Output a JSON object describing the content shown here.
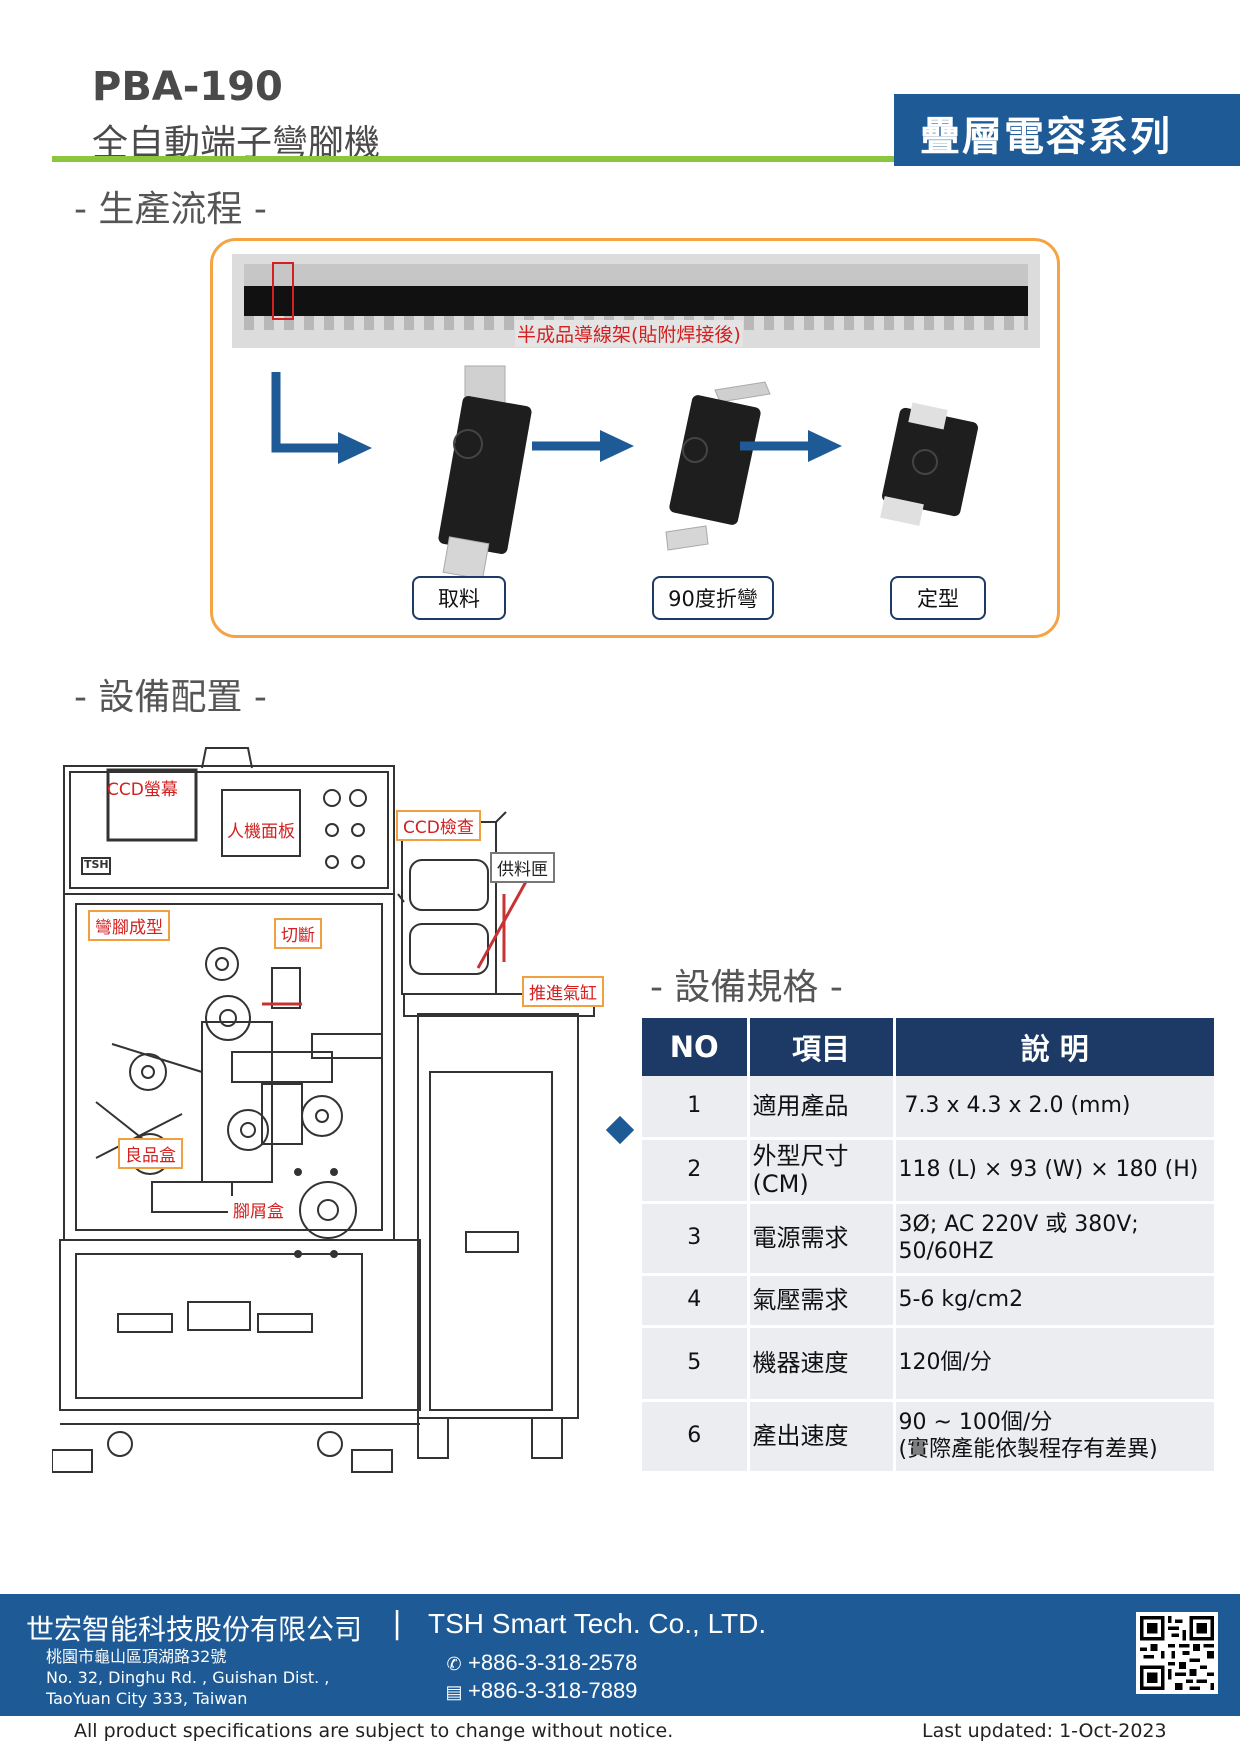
{
  "header": {
    "model": "PBA-190",
    "title": "全自動端子彎腳機",
    "series": "疊層電容系列"
  },
  "process": {
    "heading": "- 生產流程 -",
    "strip_caption": "半成品導線架(貼附焊接後)",
    "steps": [
      "取料",
      "90度折彎",
      "定型"
    ]
  },
  "layout": {
    "heading": "- 設備配置 -",
    "labels": {
      "ccd_screen": "CCD螢幕",
      "hmi_panel": "人機面板",
      "ccd_inspection": "CCD檢查",
      "feed_box": "供料匣",
      "bending": "彎腳成型",
      "cutting": "切斷",
      "push_cylinder": "推進氣缸",
      "good_box": "良品盒",
      "scrap_box": "腳屑盒",
      "brand": "TSH"
    }
  },
  "specs": {
    "heading": "- 設備規格 -",
    "columns": [
      "NO",
      "項目",
      "說 明"
    ],
    "rows": [
      {
        "no": "1",
        "item": "適用產品",
        "desc": "7.3 x 4.3 x 2.0 (mm)",
        "desc2": ""
      },
      {
        "no": "2",
        "item": "外型尺寸",
        "item2": "(CM)",
        "desc": "118 (L) × 93 (W) × 180 (H)",
        "desc2": ""
      },
      {
        "no": "3",
        "item": "電源需求",
        "desc": "3Ø;  AC 220V 或 380V;",
        "desc2": "50/60HZ"
      },
      {
        "no": "4",
        "item": "氣壓需求",
        "desc": "5-6 kg/cm2",
        "desc2": ""
      },
      {
        "no": "5",
        "item": "機器速度",
        "desc": "120個/分",
        "desc2": ""
      },
      {
        "no": "6",
        "item": "產出速度",
        "desc": "90 ~ 100個/分",
        "desc2": "(實際產能依製程存有差異)"
      }
    ]
  },
  "footer": {
    "company_cn": "世宏智能科技股份有限公司",
    "separator": "|",
    "company_en": "TSH Smart Tech. Co., LTD.",
    "address": [
      "桃園市龜山區頂湖路32號",
      "No. 32, Dinghu Rd. , Guishan Dist. ,",
      "TaoYuan City 333, Taiwan"
    ],
    "phone": "+886-3-318-2578",
    "fax": "+886-3-318-7889",
    "notice": "All product specifications are subject to change without notice.",
    "updated": "Last updated: 1-Oct-2023"
  },
  "colors": {
    "brand_blue": "#1d5a96",
    "table_header": "#1d3a66",
    "accent_green": "#8cc63f",
    "flow_border": "#f5a343",
    "label_red": "#d32020"
  }
}
